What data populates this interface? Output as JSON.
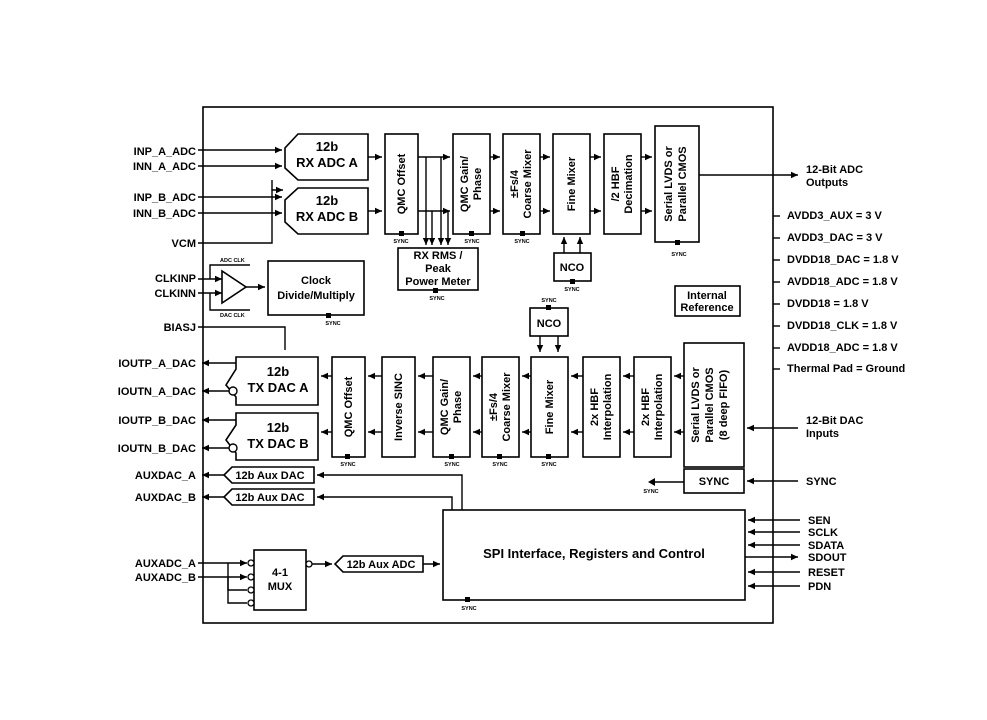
{
  "inputs": {
    "inp_a": "INP_A_ADC",
    "inn_a": "INN_A_ADC",
    "inp_b": "INP_B_ADC",
    "inn_b": "INN_B_ADC",
    "vcm": "VCM",
    "clkinp": "CLKINP",
    "clkinn": "CLKINN",
    "biasj": "BIASJ",
    "ioutp_a": "IOUTP_A_DAC",
    "ioutn_a": "IOUTN_A_DAC",
    "ioutp_b": "IOUTP_B_DAC",
    "ioutn_b": "IOUTN_B_DAC",
    "auxdac_a": "AUXDAC_A",
    "auxdac_b": "AUXDAC_B",
    "auxadc_a": "AUXADC_A",
    "auxadc_b": "AUXADC_B"
  },
  "blocks": {
    "adc_a": [
      "12b",
      "RX ADC A"
    ],
    "adc_b": [
      "12b",
      "RX ADC B"
    ],
    "qmc_offset_rx": "QMC Offset",
    "qmc_gain_rx": [
      "QMC Gain/",
      "Phase"
    ],
    "coarse_rx": [
      "±Fs/4",
      "Coarse Mixer"
    ],
    "fine_rx": "Fine Mixer",
    "decim": [
      "/2 HBF",
      "Decimation"
    ],
    "serial_rx": [
      "Serial LVDS or",
      "Parallel CMOS"
    ],
    "rms": [
      "RX RMS /",
      "Peak",
      "Power Meter"
    ],
    "nco": "NCO",
    "clock": [
      "Clock",
      "Divide/Multiply"
    ],
    "adc_clk": "ADC CLK",
    "dac_clk": "DAC CLK",
    "internal_ref": [
      "Internal",
      "Reference"
    ],
    "dac_a": [
      "12b",
      "TX DAC A"
    ],
    "dac_b": [
      "12b",
      "TX DAC B"
    ],
    "qmc_offset_tx": "QMC Offset",
    "inverse_sinc": "Inverse SINC",
    "qmc_gain_tx": [
      "QMC Gain/",
      "Phase"
    ],
    "coarse_tx": [
      "±Fs/4",
      "Coarse Mixer"
    ],
    "fine_tx": "Fine Mixer",
    "interp1": [
      "2x HBF",
      "Interpolation"
    ],
    "interp2": [
      "2x HBF",
      "Interpolation"
    ],
    "serial_tx": [
      "Serial LVDS or",
      "Parallel CMOS",
      "(8 deep FIFO)"
    ],
    "sync_box": "SYNC",
    "aux_dac_a": "12b Aux DAC",
    "aux_dac_b": "12b Aux DAC",
    "aux_adc": "12b Aux ADC",
    "mux": [
      "4-1",
      "MUX"
    ],
    "spi": "SPI Interface, Registers and Control",
    "sync_tag": "SYNC"
  },
  "outputs": {
    "adc_out": [
      "12-Bit ADC",
      "Outputs"
    ],
    "dac_in": [
      "12-Bit DAC",
      "Inputs"
    ],
    "sync": "SYNC"
  },
  "supplies": [
    "AVDD3_AUX = 3 V",
    "AVDD3_DAC = 3 V",
    "DVDD18_DAC = 1.8 V",
    "AVDD18_ADC = 1.8 V",
    "DVDD18 = 1.8 V",
    "DVDD18_CLK = 1.8 V",
    "AVDD18_ADC = 1.8 V",
    "Thermal Pad = Ground"
  ],
  "spi_pins": [
    "SEN",
    "SCLK",
    "SDATA",
    "SDOUT",
    "RESET",
    "PDN"
  ]
}
